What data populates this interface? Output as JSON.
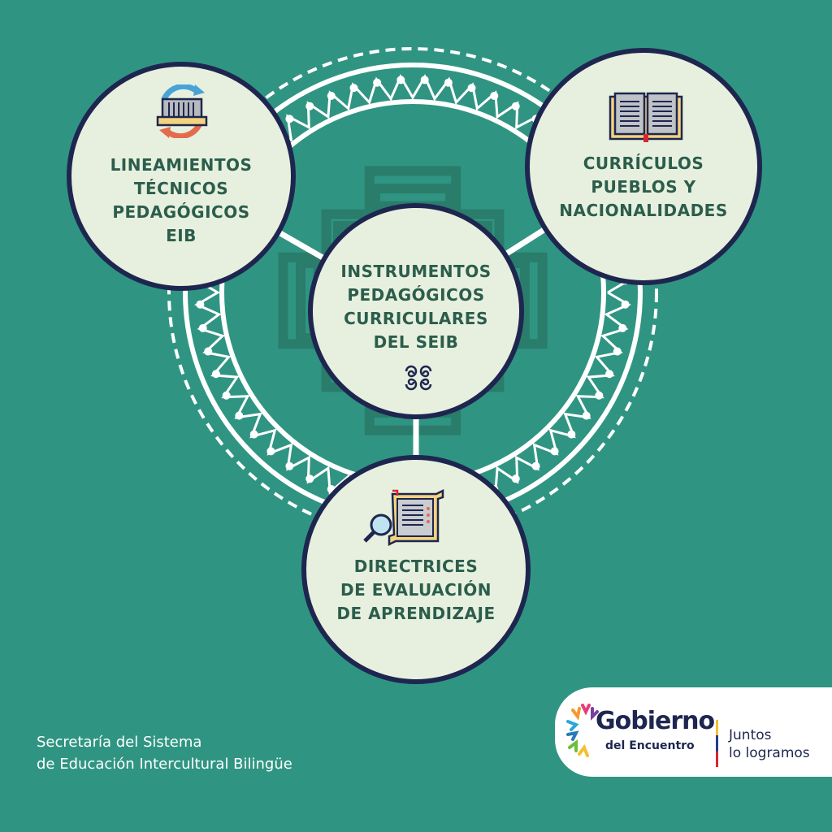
{
  "colors": {
    "background": "#2f9582",
    "node_fill": "#e7f0de",
    "node_border": "#1e2650",
    "title_text": "#2c5d4c",
    "ornament": "#ffffff",
    "watermark_cross": "#2a7a69"
  },
  "center": {
    "title_lines": [
      "INSTRUMENTOS",
      "PEDAGÓGICOS",
      "CURRICULARES",
      "DEL SEIB"
    ],
    "icon": "spiral-ornament-icon"
  },
  "nodes": {
    "top_left": {
      "title_lines": [
        "LINEAMIENTOS",
        "TÉCNICOS",
        "PEDAGÓGICOS",
        "EIB"
      ],
      "icon": "refresh-document-icon"
    },
    "top_right": {
      "title_lines": [
        "CURRÍCULOS",
        "PUEBLOS Y",
        "NACIONALIDADES"
      ],
      "icon": "open-book-icon"
    },
    "bottom": {
      "title_lines": [
        "DIRECTRICES",
        "DE EVALUACIÓN",
        "DE APRENDIZAJE"
      ],
      "icon": "scroll-magnifier-icon"
    }
  },
  "footer": {
    "lines": [
      "Secretaría del Sistema",
      "de Educación Intercultural Bilingüe"
    ]
  },
  "logo": {
    "name": "Gobierno",
    "subname": "del Encuentro",
    "slogan_lines": [
      "Juntos",
      "lo logramos"
    ]
  }
}
